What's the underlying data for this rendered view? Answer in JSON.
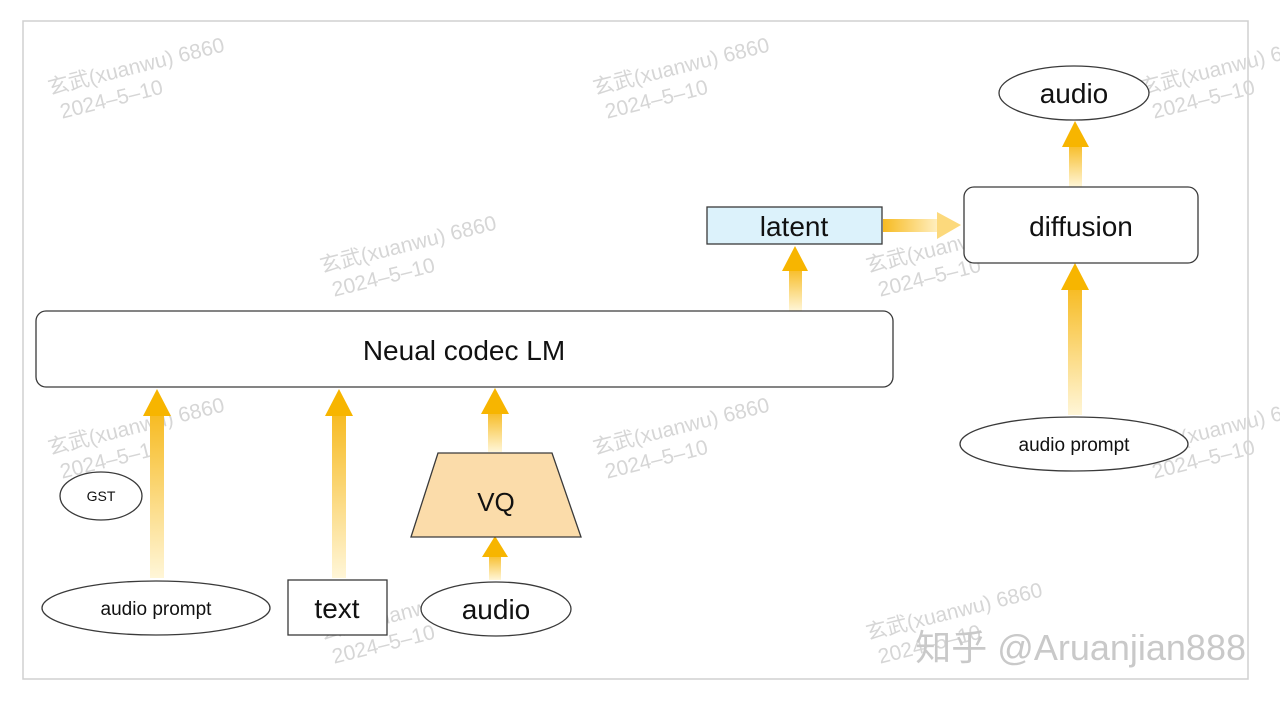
{
  "diagram": {
    "nodes": {
      "neural_codec_lm": "Neual codec LM",
      "latent": "latent",
      "diffusion": "diffusion",
      "audio_output": "audio",
      "audio_prompt_right": "audio prompt",
      "gst": "GST",
      "audio_prompt_left": "audio prompt",
      "text": "text",
      "vq": "VQ",
      "audio_input": "audio"
    },
    "watermark": {
      "line1": "玄武(xuanwu) 6860",
      "line2": "2024–5–10"
    },
    "brand": "知乎 @Aruanjian888"
  },
  "colors": {
    "arrow_head": "#f7b500",
    "arrow_tail": "#fff4d0",
    "latent_fill": "#dcf2fb",
    "vq_fill": "#fbdcaa",
    "node_stroke": "#3a3a3a",
    "frame_stroke": "#d0d0d0"
  }
}
